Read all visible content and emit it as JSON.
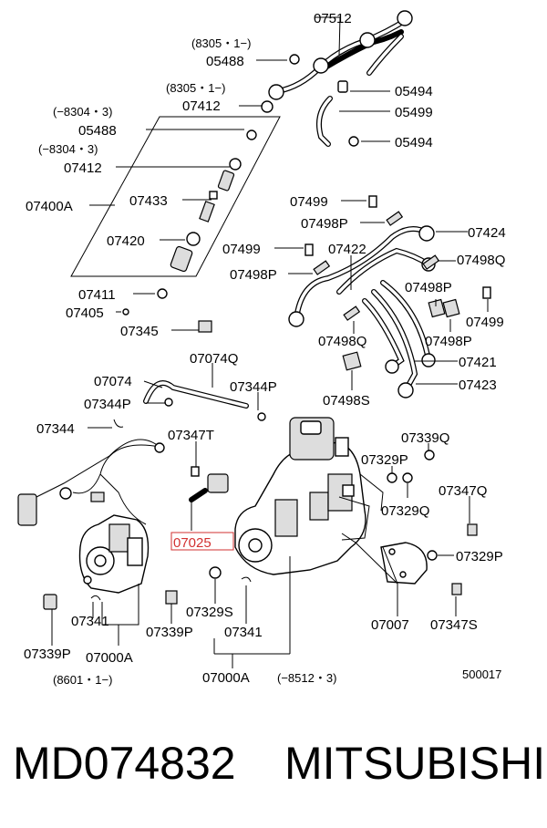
{
  "labels": {
    "l07512": "07512",
    "l8305a": "(8305・1−)",
    "l05488a": "05488",
    "l8305b": "(8305・1−)",
    "l07412a": "07412",
    "l05494a": "05494",
    "l05499": "05499",
    "l05494b": "05494",
    "l8304a": "(−8304・3)",
    "l05488b": "05488",
    "l8304b": "(−8304・3)",
    "l07412b": "07412",
    "l07400A": "07400A",
    "l07433": "07433",
    "l07420": "07420",
    "l07411": "07411",
    "l07405": "07405",
    "l07345": "07345",
    "l07499a": "07499",
    "l07498Pa": "07498P",
    "l07424": "07424",
    "l07499b": "07499",
    "l07422": "07422",
    "l07498Q": "07498Q",
    "l07498Pb": "07498P",
    "l07498Pc": "07498P",
    "l07499c": "07499",
    "l07498Qb": "07498Q",
    "l07498Pd": "07498P",
    "l07421": "07421",
    "l07498S": "07498S",
    "l07423": "07423",
    "l07074Q": "07074Q",
    "l07074": "07074",
    "l07344P": "07344P",
    "l07344Pb": "07344P",
    "l07344": "07344",
    "l07347T": "07347T",
    "l07339Q": "07339Q",
    "l07329Pa": "07329P",
    "l07347Q": "07347Q",
    "l07329Q": "07329Q",
    "l07025": "07025",
    "l07329Pb": "07329P",
    "l07329S": "07329S",
    "l07341a": "07341",
    "l07339P": "07339P",
    "l07341b": "07341",
    "l07007": "07007",
    "l07347S": "07347S",
    "l07339Pb": "07339P",
    "l07000Aa": "07000A",
    "l8601": "(8601・1−)",
    "l07000Ab": "07000A",
    "l8512": "(−8512・3)",
    "l500017": "500017"
  },
  "footer": {
    "part_number": "MD074832",
    "brand": "MITSUBISHI"
  },
  "colors": {
    "highlight": "#d23030"
  }
}
